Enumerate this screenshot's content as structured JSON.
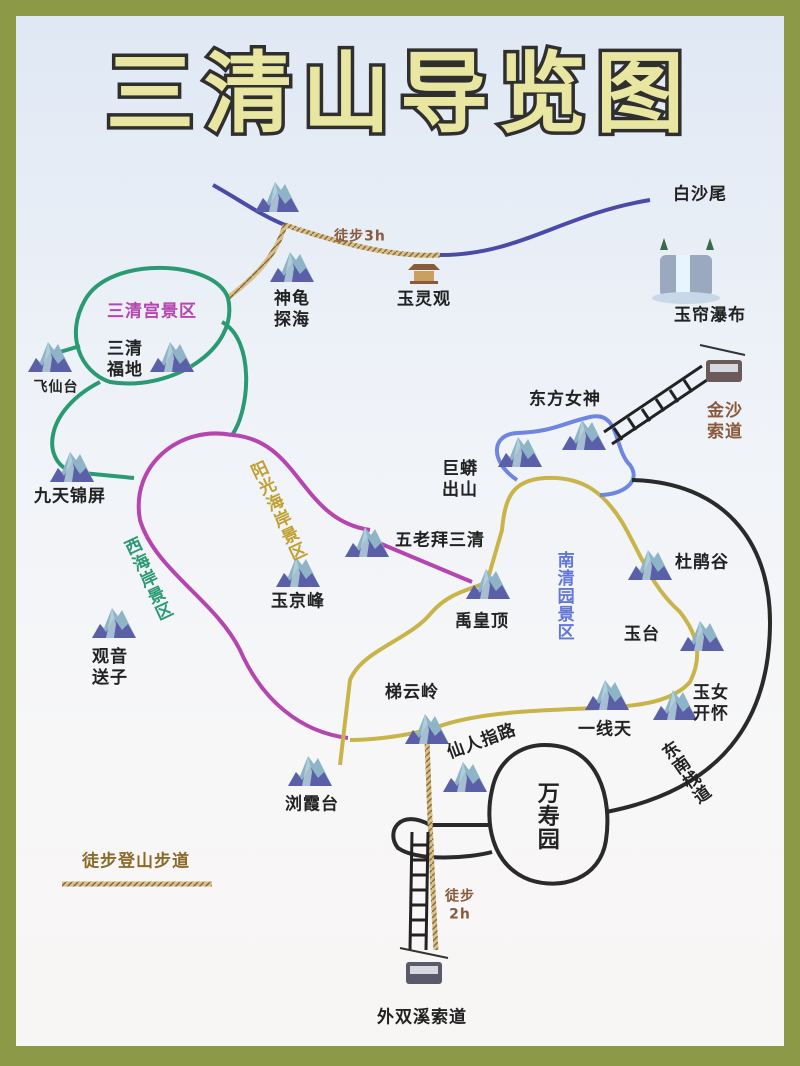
{
  "title": "三清山导览图",
  "colors": {
    "frame": "#8c9a48",
    "title_fill": "#e8e6a0",
    "title_stroke": "#2f2f2f",
    "trail_blue": "#4a4aa8",
    "trail_green": "#2a9a72",
    "trail_purple": "#b545b0",
    "trail_gold": "#c8b448",
    "trail_lightblue": "#6f86e0",
    "trail_black": "#2a2a2a",
    "rope": "#c4a86a"
  },
  "areas": {
    "sanqinggong": "三清宫景区",
    "yangguang": "阳光海岸景区",
    "xihaian": "西海岸景区",
    "nanqingyuan": "南清园景区",
    "wanshouyuan": "万寿园"
  },
  "spots": {
    "baishawei": "白沙尾",
    "hike3h": "徒步3h",
    "shengui": "神龟\n探海",
    "yulingguan": "玉灵观",
    "yulian": "玉帘瀑布",
    "sanqingfudi": "三清\n福地",
    "feixiantai": "飞仙台",
    "jinsha": "金沙\n索道",
    "dongfangnvshen": "东方女神",
    "jumang": "巨蟒\n出山",
    "jiutian": "九天锦屏",
    "wulao": "五老拜三清",
    "dujuangu": "杜鹃谷",
    "yujingfeng": "玉京峰",
    "yuhuangding": "禹皇顶",
    "yutai": "玉台",
    "guanyin": "观音\n送子",
    "yunv": "玉女\n开怀",
    "tiyunling": "梯云岭",
    "yixiantian": "一线天",
    "xianren": "仙人指路",
    "dongnan": "东南栈道",
    "liuxiatai": "浏霞台",
    "hike2h": "徒步\n2h",
    "waishuangxi": "外双溪索道"
  },
  "legend": {
    "hiking_trail": "徒步登山步道"
  }
}
